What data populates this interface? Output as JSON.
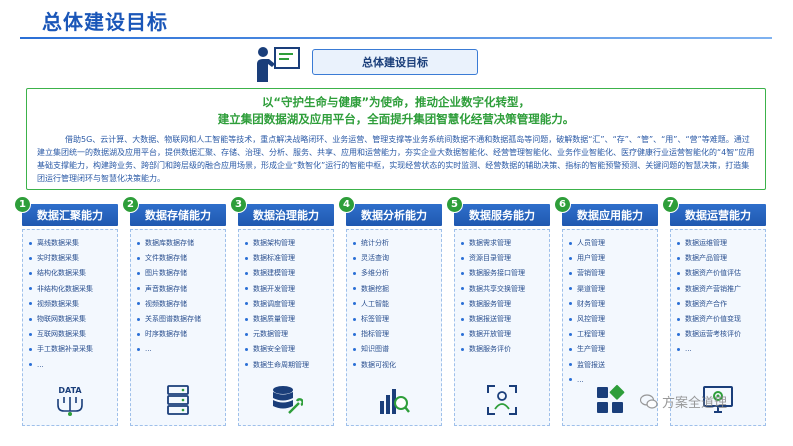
{
  "page": {
    "title": "总体建设目标"
  },
  "goal": {
    "label": "总体建设目标"
  },
  "mission": {
    "line1": "以“守护生命与健康”为使命，推动企业数字化转型，",
    "line2": "建立集团数据湖及应用平台，全面提升集团智慧化经营决策管理能力。",
    "body": "借助5G、云计算、大数据、物联网和人工智能等技术，重点解决战略闭环、业务运营、管理支撑等业务系统间数据不通和数据孤岛等问题，破解数据“汇”、“存”、“管”、“用”、“营”等难题。通过建立集团统一的数据湖及应用平台，提供数据汇聚、存储、治理、分析、服务、共享、应用和运营能力，夯实企业大数据智能化、经营管理智能化、业务作业智能化、医疗健康行业运营智能化的“4智”应用基础支撑能力，构建跨业务、跨部门和跨层级的融合应用场景，形成企业“数智化”运行的智能中枢，实现经营状态的实时监测、经营数据的辅助决策、指标的智能预警预测、关键问题的智慧决策，打造集团运行管理闭环与智慧化决策能力。"
  },
  "columns": [
    {
      "num": "1",
      "title": "数据汇聚能力",
      "icon": "data-flow-icon",
      "icon_label": "DATA",
      "items": [
        "离线数据采集",
        "实时数据采集",
        "结构化数据采集",
        "非结构化数据采集",
        "视频数据采集",
        "物联网数据采集",
        "互联网数据采集",
        "手工数据补录采集",
        "..."
      ]
    },
    {
      "num": "2",
      "title": "数据存储能力",
      "icon": "server-icon",
      "items": [
        "数据库数据存储",
        "文件数据存储",
        "图片数据存储",
        "声音数据存储",
        "视频数据存储",
        "关系图谱数据存储",
        "时序数据存储",
        "..."
      ]
    },
    {
      "num": "3",
      "title": "数据治理能力",
      "icon": "database-wrench-icon",
      "items": [
        "数据架构管理",
        "数据标准管理",
        "数据建模管理",
        "数据开发管理",
        "数据调度管理",
        "数据质量管理",
        "元数据管理",
        "数据安全管理",
        "数据生命周期管理"
      ]
    },
    {
      "num": "4",
      "title": "数据分析能力",
      "icon": "chart-magnifier-icon",
      "items": [
        "统计分析",
        "灵活查询",
        "多维分析",
        "数据挖掘",
        "人工智能",
        "标签管理",
        "指标管理",
        "知识图谱",
        "数据可视化"
      ]
    },
    {
      "num": "5",
      "title": "数据服务能力",
      "icon": "user-scan-icon",
      "items": [
        "数据需求管理",
        "资源目录管理",
        "数据服务接口管理",
        "数据共享交换管理",
        "数据服务管理",
        "数据报送管理",
        "数据开放管理",
        "数据服务评价"
      ]
    },
    {
      "num": "6",
      "title": "数据应用能力",
      "icon": "apps-grid-icon",
      "items": [
        "人员管理",
        "用户管理",
        "营销管理",
        "渠道管理",
        "财务管理",
        "风控管理",
        "工程管理",
        "生产管理",
        "监管报送",
        "..."
      ]
    },
    {
      "num": "7",
      "title": "数据运营能力",
      "icon": "monitor-gear-icon",
      "items": [
        "数据运维管理",
        "数据产品管理",
        "数据资产价值评估",
        "数据资产营销推广",
        "数据资产合作",
        "数据资产价值变现",
        "数据运营考核评价",
        "..."
      ]
    }
  ],
  "watermark": {
    "text": "方案全道理"
  },
  "colors": {
    "primary_blue": "#2f6fcb",
    "accent_green": "#2e9e3a",
    "text_blue": "#2b5aa6"
  }
}
